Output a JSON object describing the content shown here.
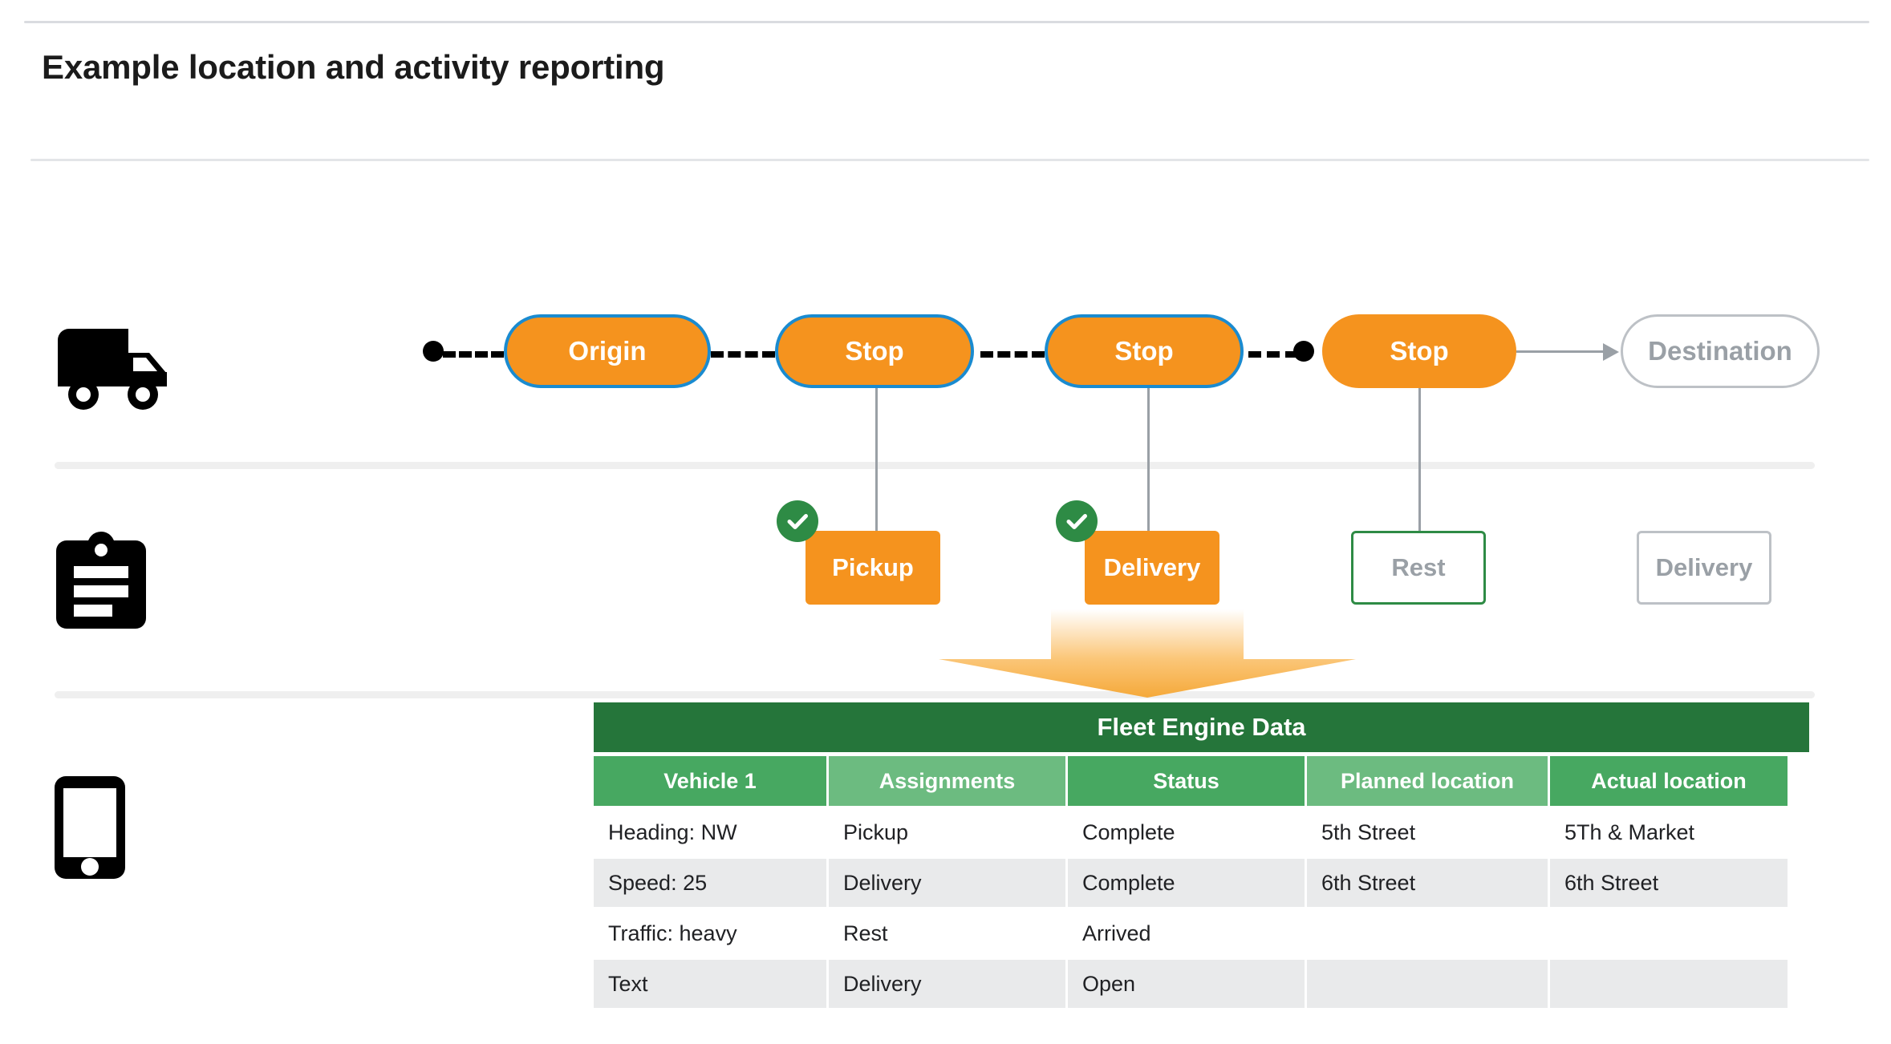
{
  "header": {
    "title": "Example location and activity reporting"
  },
  "lanes": [
    {
      "icon": "truck-icon",
      "name": "vehicle-lane"
    },
    {
      "icon": "clipboard-icon",
      "name": "task-lane"
    },
    {
      "icon": "phone-icon",
      "name": "device-lane"
    }
  ],
  "route": {
    "nodes": [
      {
        "label": "Origin",
        "style": "filled",
        "bordered": true
      },
      {
        "label": "Stop",
        "style": "filled",
        "bordered": true
      },
      {
        "label": "Stop",
        "style": "filled",
        "bordered": true
      },
      {
        "label": "Stop",
        "style": "filled",
        "bordered": false
      },
      {
        "label": "Destination",
        "style": "ghost",
        "bordered": true
      }
    ]
  },
  "activities": [
    {
      "label": "Pickup",
      "style": "filled",
      "complete": true
    },
    {
      "label": "Delivery",
      "style": "filled",
      "complete": true
    },
    {
      "label": "Rest",
      "style": "outline-green",
      "complete": false
    },
    {
      "label": "Delivery",
      "style": "outline-gray",
      "complete": false
    }
  ],
  "fleet_table": {
    "title": "Fleet Engine Data",
    "columns": [
      "Vehicle 1",
      "Assignments",
      "Status",
      "Planned location",
      "Actual location"
    ],
    "rows": [
      [
        "Heading: NW",
        "Pickup",
        "Complete",
        "5th Street",
        "5Th & Market"
      ],
      [
        "Speed: 25",
        "Delivery",
        "Complete",
        "6th Street",
        "6th Street"
      ],
      [
        "Traffic: heavy",
        "Rest",
        "Arrived",
        "",
        ""
      ],
      [
        "Text",
        "Delivery",
        "Open",
        "",
        ""
      ]
    ]
  },
  "colors": {
    "orange": "#F5931E",
    "blue_border": "#1A8BD0",
    "green_dark": "#25753A",
    "green_header_a": "#47A861",
    "green_header_b": "#6CBB80",
    "green_check": "#2E8B45",
    "gray_text": "#9AA0A6",
    "zebra": "#E9EAEB"
  }
}
